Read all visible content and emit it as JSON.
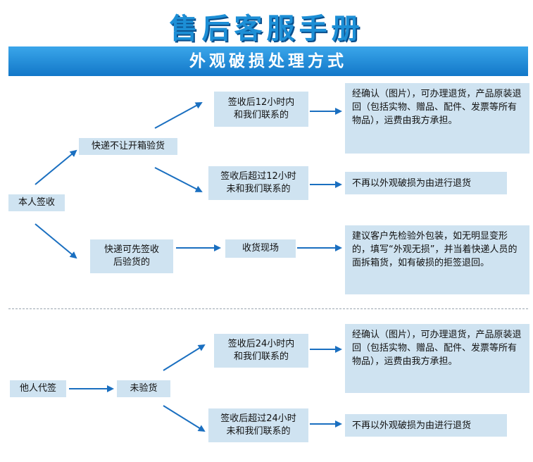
{
  "header": {
    "title": "售后客服手册",
    "banner": "外观破损处理方式"
  },
  "section1": {
    "root": "本人签收",
    "branch_a": "快递不让开箱验货",
    "branch_a_cond1": "签收后12小时内\n和我们联系的",
    "branch_a_result1": "经确认（图片），可办理退货，产品原装退回（包括实物、赠品、配件、发票等所有物品），运费由我方承担。",
    "branch_a_cond2": "签收后超过12小时\n未和我们联系的",
    "branch_a_result2": "不再以外观破损为由进行退货",
    "branch_b": "快递可先签收\n后验货的",
    "branch_b_step": "收货现场",
    "branch_b_result": "建议客户先检验外包装，如无明显变形的，填写“外观无损”，并当着快递人员的面拆箱货，如有破损的拒签退回。"
  },
  "section2": {
    "root": "他人代签",
    "branch": "未验货",
    "cond1": "签收后24小时内\n和我们联系的",
    "result1": "经确认（图片），可办理退货，产品原装退回（包括实物、赠品、配件、发票等所有物品），运费由我方承担。",
    "cond2": "签收后超过24小时\n未和我们联系的",
    "result2": "不再以外观破损为由进行退货"
  },
  "colors": {
    "title": "#1d8fd6",
    "banner": "#1277c8",
    "box": "#cfe3f1",
    "arrow": "#1a6fc0"
  }
}
